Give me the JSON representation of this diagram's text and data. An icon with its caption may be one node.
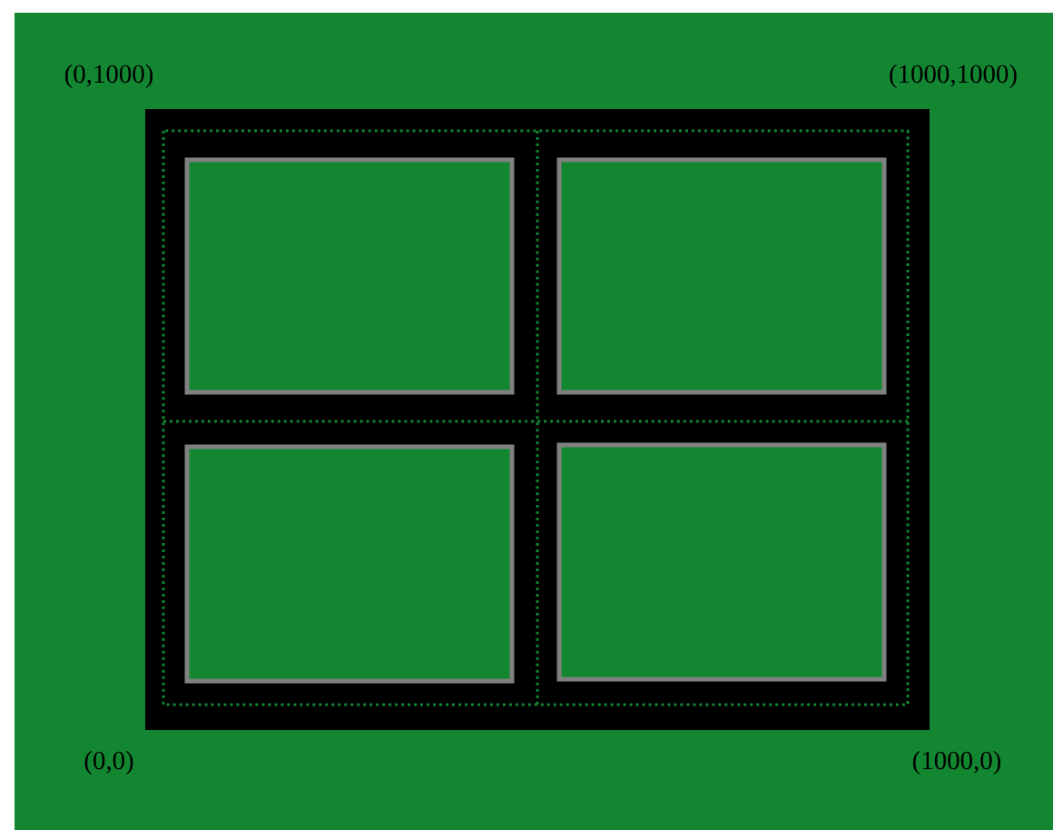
{
  "diagram": {
    "nodes": [
      {
        "text": [],
        "shape": "box"
      },
      {
        "text": [],
        "shape": "box"
      },
      {
        "text": [],
        "shape": "box"
      },
      {
        "text": [],
        "shape": "box"
      }
    ],
    "labels": [
      "(0,1000)",
      "(1000,1000)",
      "(0,0)",
      "(1000,0)"
    ]
  }
}
